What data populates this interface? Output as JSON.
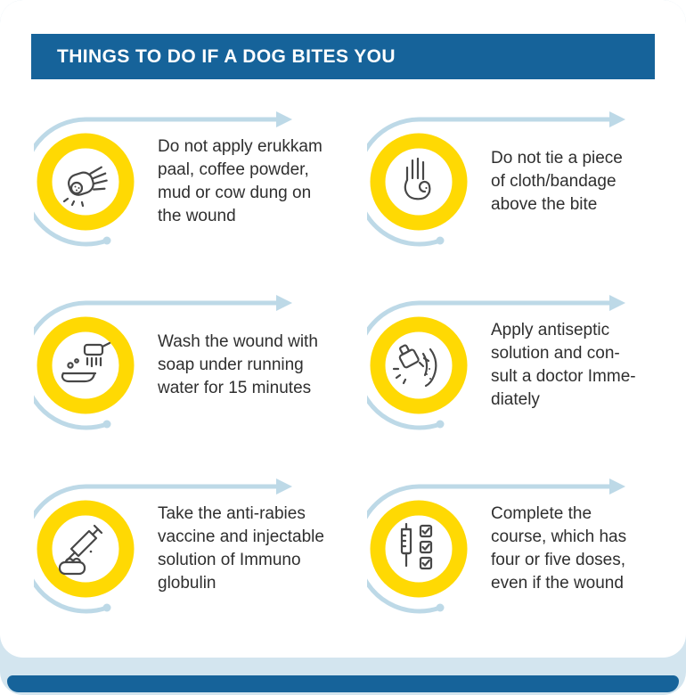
{
  "header": {
    "title": "THINGS TO DO IF A DOG BITES YOU"
  },
  "colors": {
    "header_bg": "#16639a",
    "footer_bar": "#16639a",
    "frame_blue": "#d3e5ef",
    "arrow_blue": "#bdd9e7",
    "badge_yellow": "#ffd903",
    "icon_stroke": "#474747",
    "text": "#2f2f2f"
  },
  "items": [
    {
      "id": "item-1",
      "icon": "wounded-hand-icon",
      "text": "Do not apply erukkam\npaal, coffee powder,\nmud or cow dung on\nthe wound"
    },
    {
      "id": "item-2",
      "icon": "hand-bandage-icon",
      "text": "Do not tie a piece\nof cloth/bandage\nabove the bite"
    },
    {
      "id": "item-3",
      "icon": "hand-washing-icon",
      "text": "Wash the wound with\nsoap under running\nwater for 15 minutes"
    },
    {
      "id": "item-4",
      "icon": "antiseptic-bottle-icon",
      "text": "Apply antiseptic\nsolution and con-\nsult a doctor Imme-\ndiately"
    },
    {
      "id": "item-5",
      "icon": "syringe-hand-icon",
      "text": "Take the anti-rabies\nvaccine and injectable\nsolution of Immuno\nglobulin"
    },
    {
      "id": "item-6",
      "icon": "syringe-checklist-icon",
      "text": "Complete the\ncourse, which has\nfour or five doses,\neven if the wound"
    }
  ]
}
